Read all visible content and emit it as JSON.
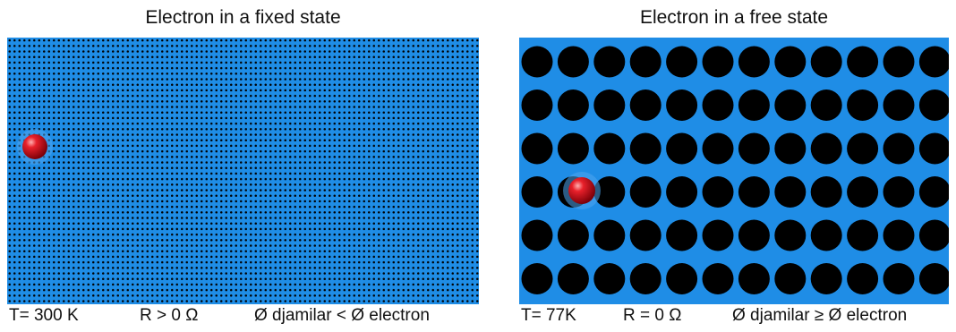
{
  "panels": {
    "left": {
      "title": "Electron in a fixed state",
      "temperature": "T= 300 K",
      "resistance": "R > 0  Ω",
      "relation": "Ø djamilar < Ø electron"
    },
    "right": {
      "title": "Electron in a free state",
      "temperature": "T= 77K",
      "resistance": "R  = 0  Ω",
      "relation": "Ø djamilar  ≥ Ø electron"
    }
  },
  "colors": {
    "lattice_background": "#1f8de6",
    "lattice_dot": "#000000",
    "electron": "#d8101a"
  }
}
